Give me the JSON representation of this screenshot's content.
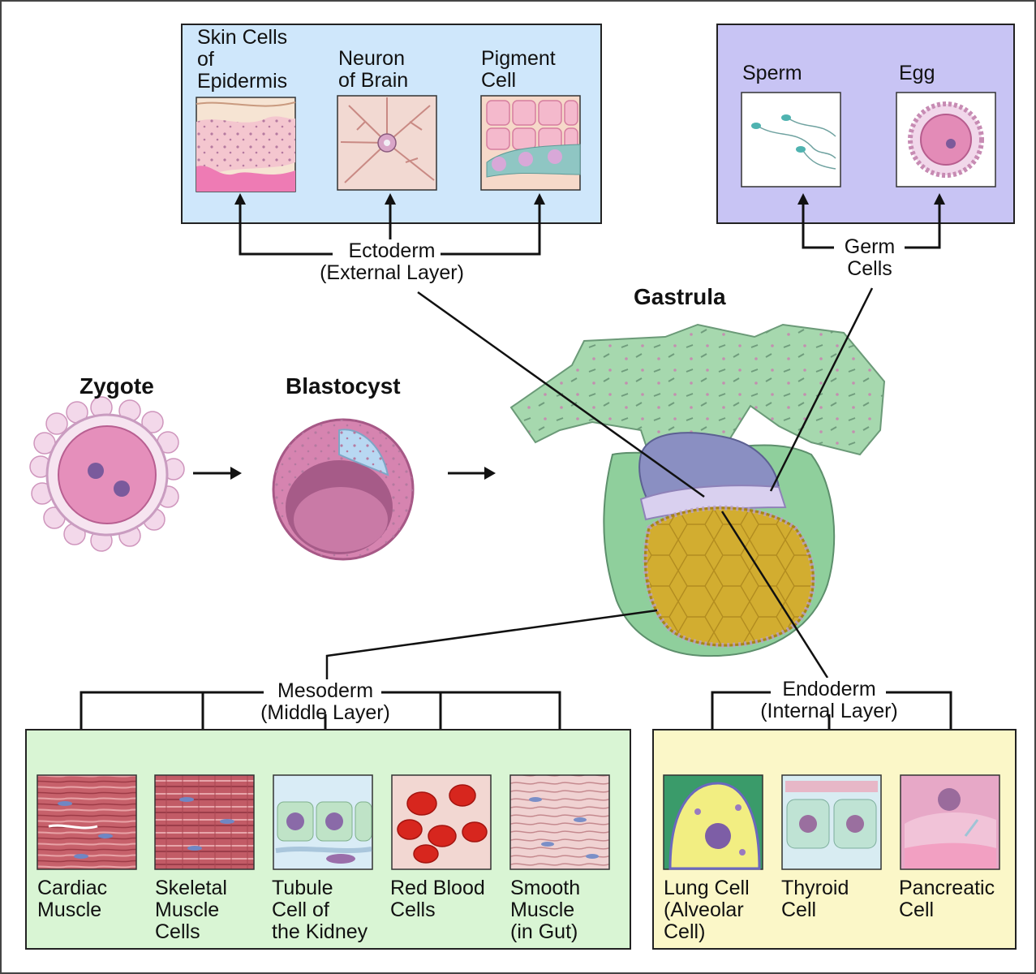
{
  "stages": {
    "zygote": "Zygote",
    "blastocyst": "Blastocyst",
    "gastrula": "Gastrula"
  },
  "layers": {
    "ectoderm": {
      "name": "Ectoderm",
      "sub": "(External Layer)"
    },
    "germ": {
      "name": "Germ",
      "sub": "Cells"
    },
    "mesoderm": {
      "name": "Mesoderm",
      "sub": "(Middle Layer)"
    },
    "endoderm": {
      "name": "Endoderm",
      "sub": "(Internal Layer)"
    }
  },
  "ectoderm_cells": [
    {
      "label": "Skin Cells\nof\nEpidermis"
    },
    {
      "label": "Neuron\nof Brain"
    },
    {
      "label": "Pigment\nCell"
    }
  ],
  "germ_cells": [
    {
      "label": "Sperm"
    },
    {
      "label": "Egg"
    }
  ],
  "mesoderm_cells": [
    {
      "label": "Cardiac\nMuscle"
    },
    {
      "label": "Skeletal\nMuscle\nCells"
    },
    {
      "label": "Tubule\nCell of\nthe Kidney"
    },
    {
      "label": "Red Blood\nCells"
    },
    {
      "label": "Smooth\nMuscle\n(in Gut)"
    }
  ],
  "endoderm_cells": [
    {
      "label": "Lung Cell\n(Alveolar\nCell)"
    },
    {
      "label": "Thyroid\nCell"
    },
    {
      "label": "Pancreatic\nCell"
    }
  ],
  "colors": {
    "ectoderm_panel": "#cfe7fb",
    "germ_panel": "#c8c4f4",
    "mesoderm_panel": "#d9f5d4",
    "endoderm_panel": "#fbf7c8",
    "gastrula_green": "#9fd5a6",
    "yolk": "#d8b43a",
    "zygote_pink": "#e07ab0"
  }
}
